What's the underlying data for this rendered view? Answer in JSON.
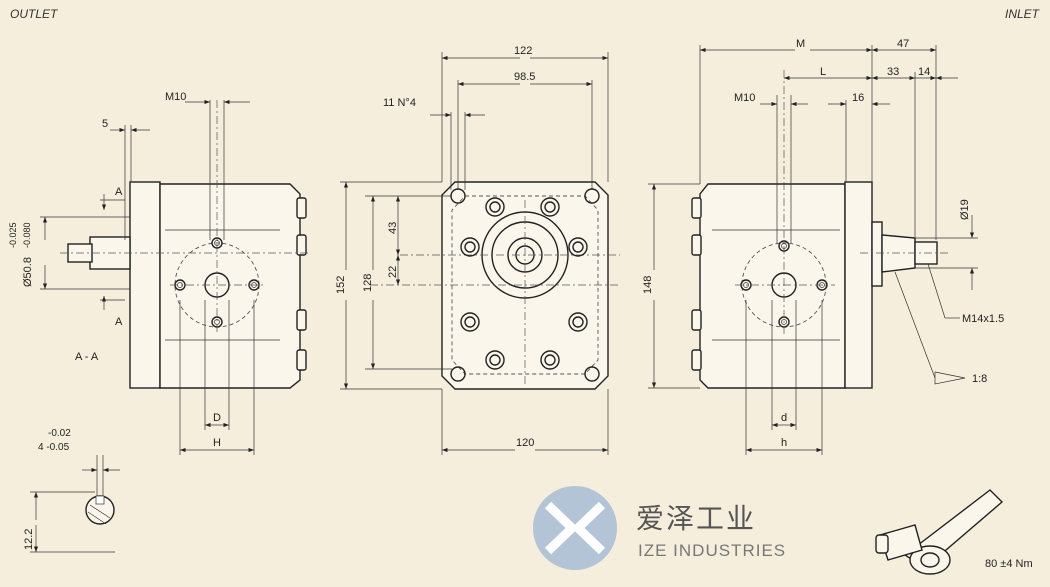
{
  "labels": {
    "outlet": "OUTLET",
    "inlet": "INLET",
    "section": "A - A",
    "section_a_top": "A",
    "section_a_bottom": "A"
  },
  "left_view": {
    "m10": "M10",
    "dim_5": "5",
    "tol_upper": "-0.025",
    "tol_lower": "-0.080",
    "diameter": "Ø50.8",
    "D": "D",
    "H": "H"
  },
  "front_view": {
    "dim_122": "122",
    "dim_98_5": "98.5",
    "holes": "11 N°4",
    "dim_43": "43",
    "dim_22": "22",
    "dim_152": "152",
    "dim_128": "128",
    "dim_120": "120"
  },
  "right_view": {
    "M": "M",
    "dim_47": "47",
    "L": "L",
    "dim_33": "33",
    "dim_14": "14",
    "m10": "M10",
    "dim_16": "16",
    "dia_19": "Ø19",
    "dim_148": "148",
    "thread": "M14x1.5",
    "taper": "1:8",
    "d": "d",
    "h": "h"
  },
  "key_detail": {
    "tol_upper": "-0.02",
    "tol_lower": "4 -0.05",
    "dim_12_2": "12.2"
  },
  "torque": "80 ±4 Nm",
  "watermark": {
    "cn": "爱泽工业",
    "en": "IZE INDUSTRIES",
    "logo_color": "#7aa3cf"
  }
}
